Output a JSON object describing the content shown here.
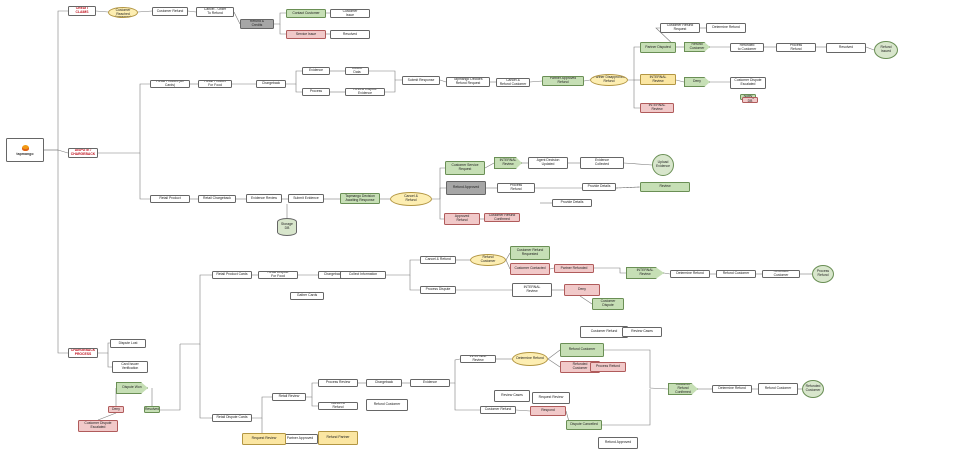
{
  "logo": {
    "name": "tapmango",
    "icon": "mango-logo-icon"
  },
  "colors": {
    "line": "#7c7c7c",
    "green": "#c6dfb5",
    "pink": "#f1c9c9",
    "yellow": "#fbe6a2",
    "gray": "#a6a6a6",
    "red_text": "#c0121e"
  },
  "nodes": {
    "s_credit": "CREDIT\nCLAIMS",
    "s_dispute": "DISPUTE /\nCHARGEBACK",
    "s_chargeback": "CHARGEBACK\nPROCESS",
    "t_a1": "Cancel &\nCustomer Reached\nAgreement",
    "t_a2": "Customer Refund",
    "t_a3": "Cancel - Order\nTo Refund",
    "t_a4": "Refund &\nCredits",
    "t_a5": "Contact Customer",
    "t_a6": "Service Issue",
    "t_a7": "Customer\nIssue",
    "t_a8": "Resolved",
    "t_b1": "Retail Product (All Cards)",
    "t_b2": "Retail Product\nFor Food",
    "t_b3": "Chargeback",
    "t_b4": "Evidence",
    "t_b5": "Process",
    "t_b6": "Collect Data",
    "t_b7": "Review Dispute\nEvidence",
    "t_b8": "Submit Response",
    "t_b9": "Tapmango Decides\nRefund Request",
    "t_b10": "Cancel &\nRefund Customer",
    "t_b11": "Partner Approved\nRefund",
    "t_b12": "Partner Disapproved\nRefund",
    "t_b13": "Partner Disputed",
    "t_b14": "INTERNAL\nReview",
    "t_b15": "INTERNAL\nReview",
    "t_b16": "Customer Refund\nRequest",
    "t_b17": "Determine Refund",
    "t_b18": "Refund Customer",
    "t_b19": "Refunded\nto Customer",
    "t_b20": "Process\nRefund",
    "t_b21": "Resolved",
    "t_b22": "Refund\nIssued",
    "t_b23": "Deny",
    "t_b24": "Customer Dispute\nEscalated",
    "t_b25": "Notify",
    "t_c1": "Retail Product",
    "t_c2": "Retail Chargeback",
    "t_c3": "Evidence Review",
    "t_c4": "Submit Evidence",
    "t_c5": "Tapmango Decision\nAwaiting Response",
    "t_c6": "Cancel &\nRefund",
    "t_c7": "Customer Service\nRequest",
    "t_c8": "INTERNAL\nReview",
    "t_c9": "Agent Decision\nUpdated",
    "t_c10": "Evidence\nCollected",
    "t_c11": "Upload Evidence",
    "t_c12": "Refund Approved",
    "t_c13": "Process\nRefund",
    "t_c14": "Provide Details",
    "t_c15": "Review",
    "t_c16": "Storage\nDB",
    "t_c17": "Approved\nRefund",
    "t_c18": "Customer Refund\nConfirmed",
    "t_d1": "Card Issuer\nVerification",
    "t_d2": "Dispute Lost",
    "t_d3": "Dispute Won",
    "t_d4": "Retail Product Cards",
    "t_d5": "Retail Dispute\nFor Food",
    "t_d6": "Chargeback",
    "t_d7": "Collect Information",
    "t_d8": "Gather Cards",
    "t_d9": "Cancel & Refund",
    "t_d10": "Process Dispute",
    "t_d11": "Refund\nCustomer",
    "t_d12": "Customer Refund\nRequested",
    "t_d13": "Customer Contacted",
    "t_d14": "Partner Refunded",
    "t_d15": "INTERNAL\nReview",
    "t_d16": "Determine Refund",
    "t_d17": "Refund Customer",
    "t_d18": "Refunded\nCustomer",
    "t_d19": "Process\nRefund",
    "t_d20": "INTERNAL\nReview",
    "t_d21": "Deny",
    "t_d22": "Customer Dispute",
    "t_e1": "Retail Dispute Cards",
    "t_e2": "Retail Review",
    "t_e3": "Process Review",
    "t_e4": "Chargeback",
    "t_e5": "Evidence",
    "t_e6": "Cancel &\nRefund",
    "t_e7": "Refund Customer",
    "t_e8": "Partner Approved",
    "t_e9": "Refund Partner",
    "t_e10": "INTERNAL\nReview",
    "t_e11": "Determine Refund",
    "t_e12": "Refund Customer",
    "t_e13": "Refunded\nCustomer",
    "t_e14": "Process Refund",
    "t_e15": "Customer Refund",
    "t_e16": "Review Cases",
    "t_e17": "Request Review",
    "t_e18": "Respond",
    "t_e19": "Dispute Cancelled",
    "t_e20": "Refund Approved",
    "t_e21": "Customer Refund\nConfirmed"
  }
}
